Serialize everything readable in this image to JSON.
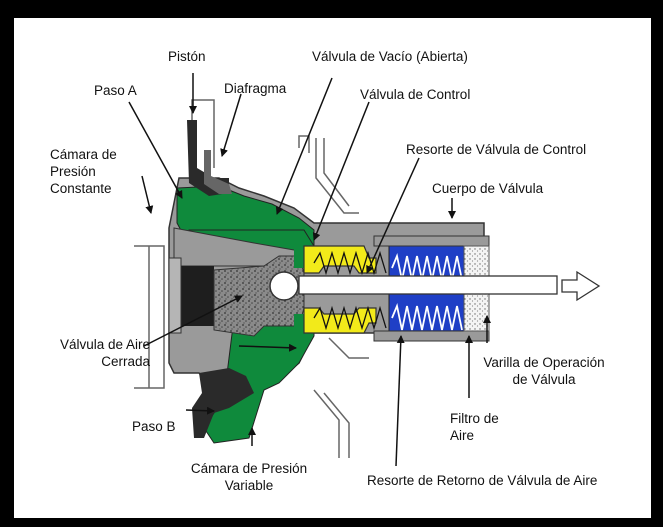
{
  "labels": {
    "piston": "Pistón",
    "paso_a": "Paso A",
    "diafragma": "Diafragma",
    "valvula_vacio": "Válvula de Vacío (Abierta)",
    "valvula_control": "Válvula de Control",
    "camara_presion_constante": [
      "Cámara de",
      "Presión",
      "Constante"
    ],
    "resorte_valvula_control": "Resorte de Válvula de Control",
    "cuerpo_valvula": "Cuerpo de Válvula",
    "valvula_aire_cerrada": [
      "Válvula de Aire",
      "Cerrada"
    ],
    "varilla_operacion": [
      "Varilla de Operación",
      "de Válvula"
    ],
    "filtro_aire": [
      "Filtro de",
      "Aire"
    ],
    "paso_b": "Paso B",
    "camara_presion_variable": [
      "Cámara de Presión",
      "Variable"
    ],
    "resorte_retorno": "Resorte de Retorno de Válvula de Aire"
  },
  "colors": {
    "green": "#0f8a3c",
    "blue": "#1f3fc6",
    "yellow": "#f2ea1a",
    "gray": "#9a9a9a",
    "dark": "#2a2a2a",
    "speckle": "#6a6a6a"
  }
}
